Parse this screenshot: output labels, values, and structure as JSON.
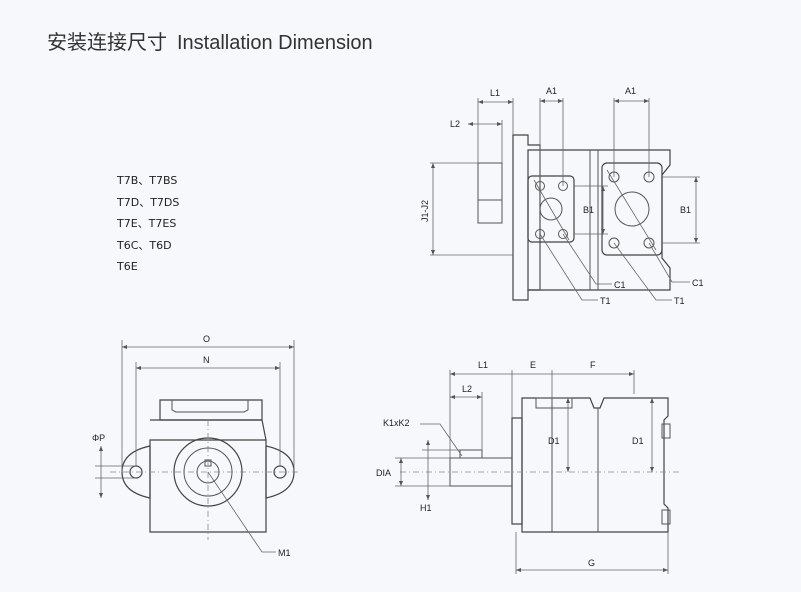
{
  "title": {
    "cn": "安装连接尺寸",
    "en": "Installation Dimension"
  },
  "models": [
    "T7B、T7BS",
    "T7D、T7DS",
    "T7E、T7ES",
    "T6C、T6D",
    "T6E"
  ],
  "labels": {
    "L1": "L1",
    "L2": "L2",
    "A1": "A1",
    "B1": "B1",
    "C1": "C1",
    "T1": "T1",
    "J1J2": "J1-J2",
    "O": "O",
    "N": "N",
    "P": "ΦP",
    "M1": "M1",
    "E": "E",
    "F": "F",
    "D1": "D1",
    "K1K2": "K1xK2",
    "DIA": "DIA",
    "H1": "H1",
    "G": "G"
  }
}
